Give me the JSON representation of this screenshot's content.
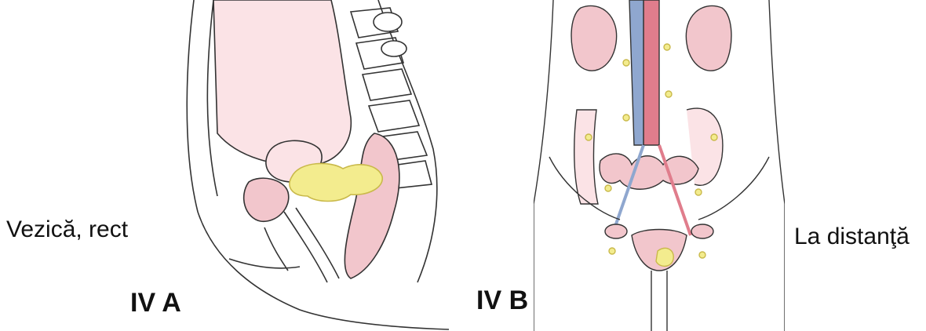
{
  "panels": [
    {
      "caption": "Vezică, rect",
      "stage": "IV A"
    },
    {
      "caption": "La distanţă",
      "stage": "IV B"
    }
  ],
  "colors": {
    "tissue_pink": "#f2c6cc",
    "tissue_light": "#fbe3e6",
    "tumor_yellow": "#f3ec8e",
    "artery_red": "#e07d8c",
    "vein_blue": "#8fa7cf",
    "outline": "#333333"
  }
}
